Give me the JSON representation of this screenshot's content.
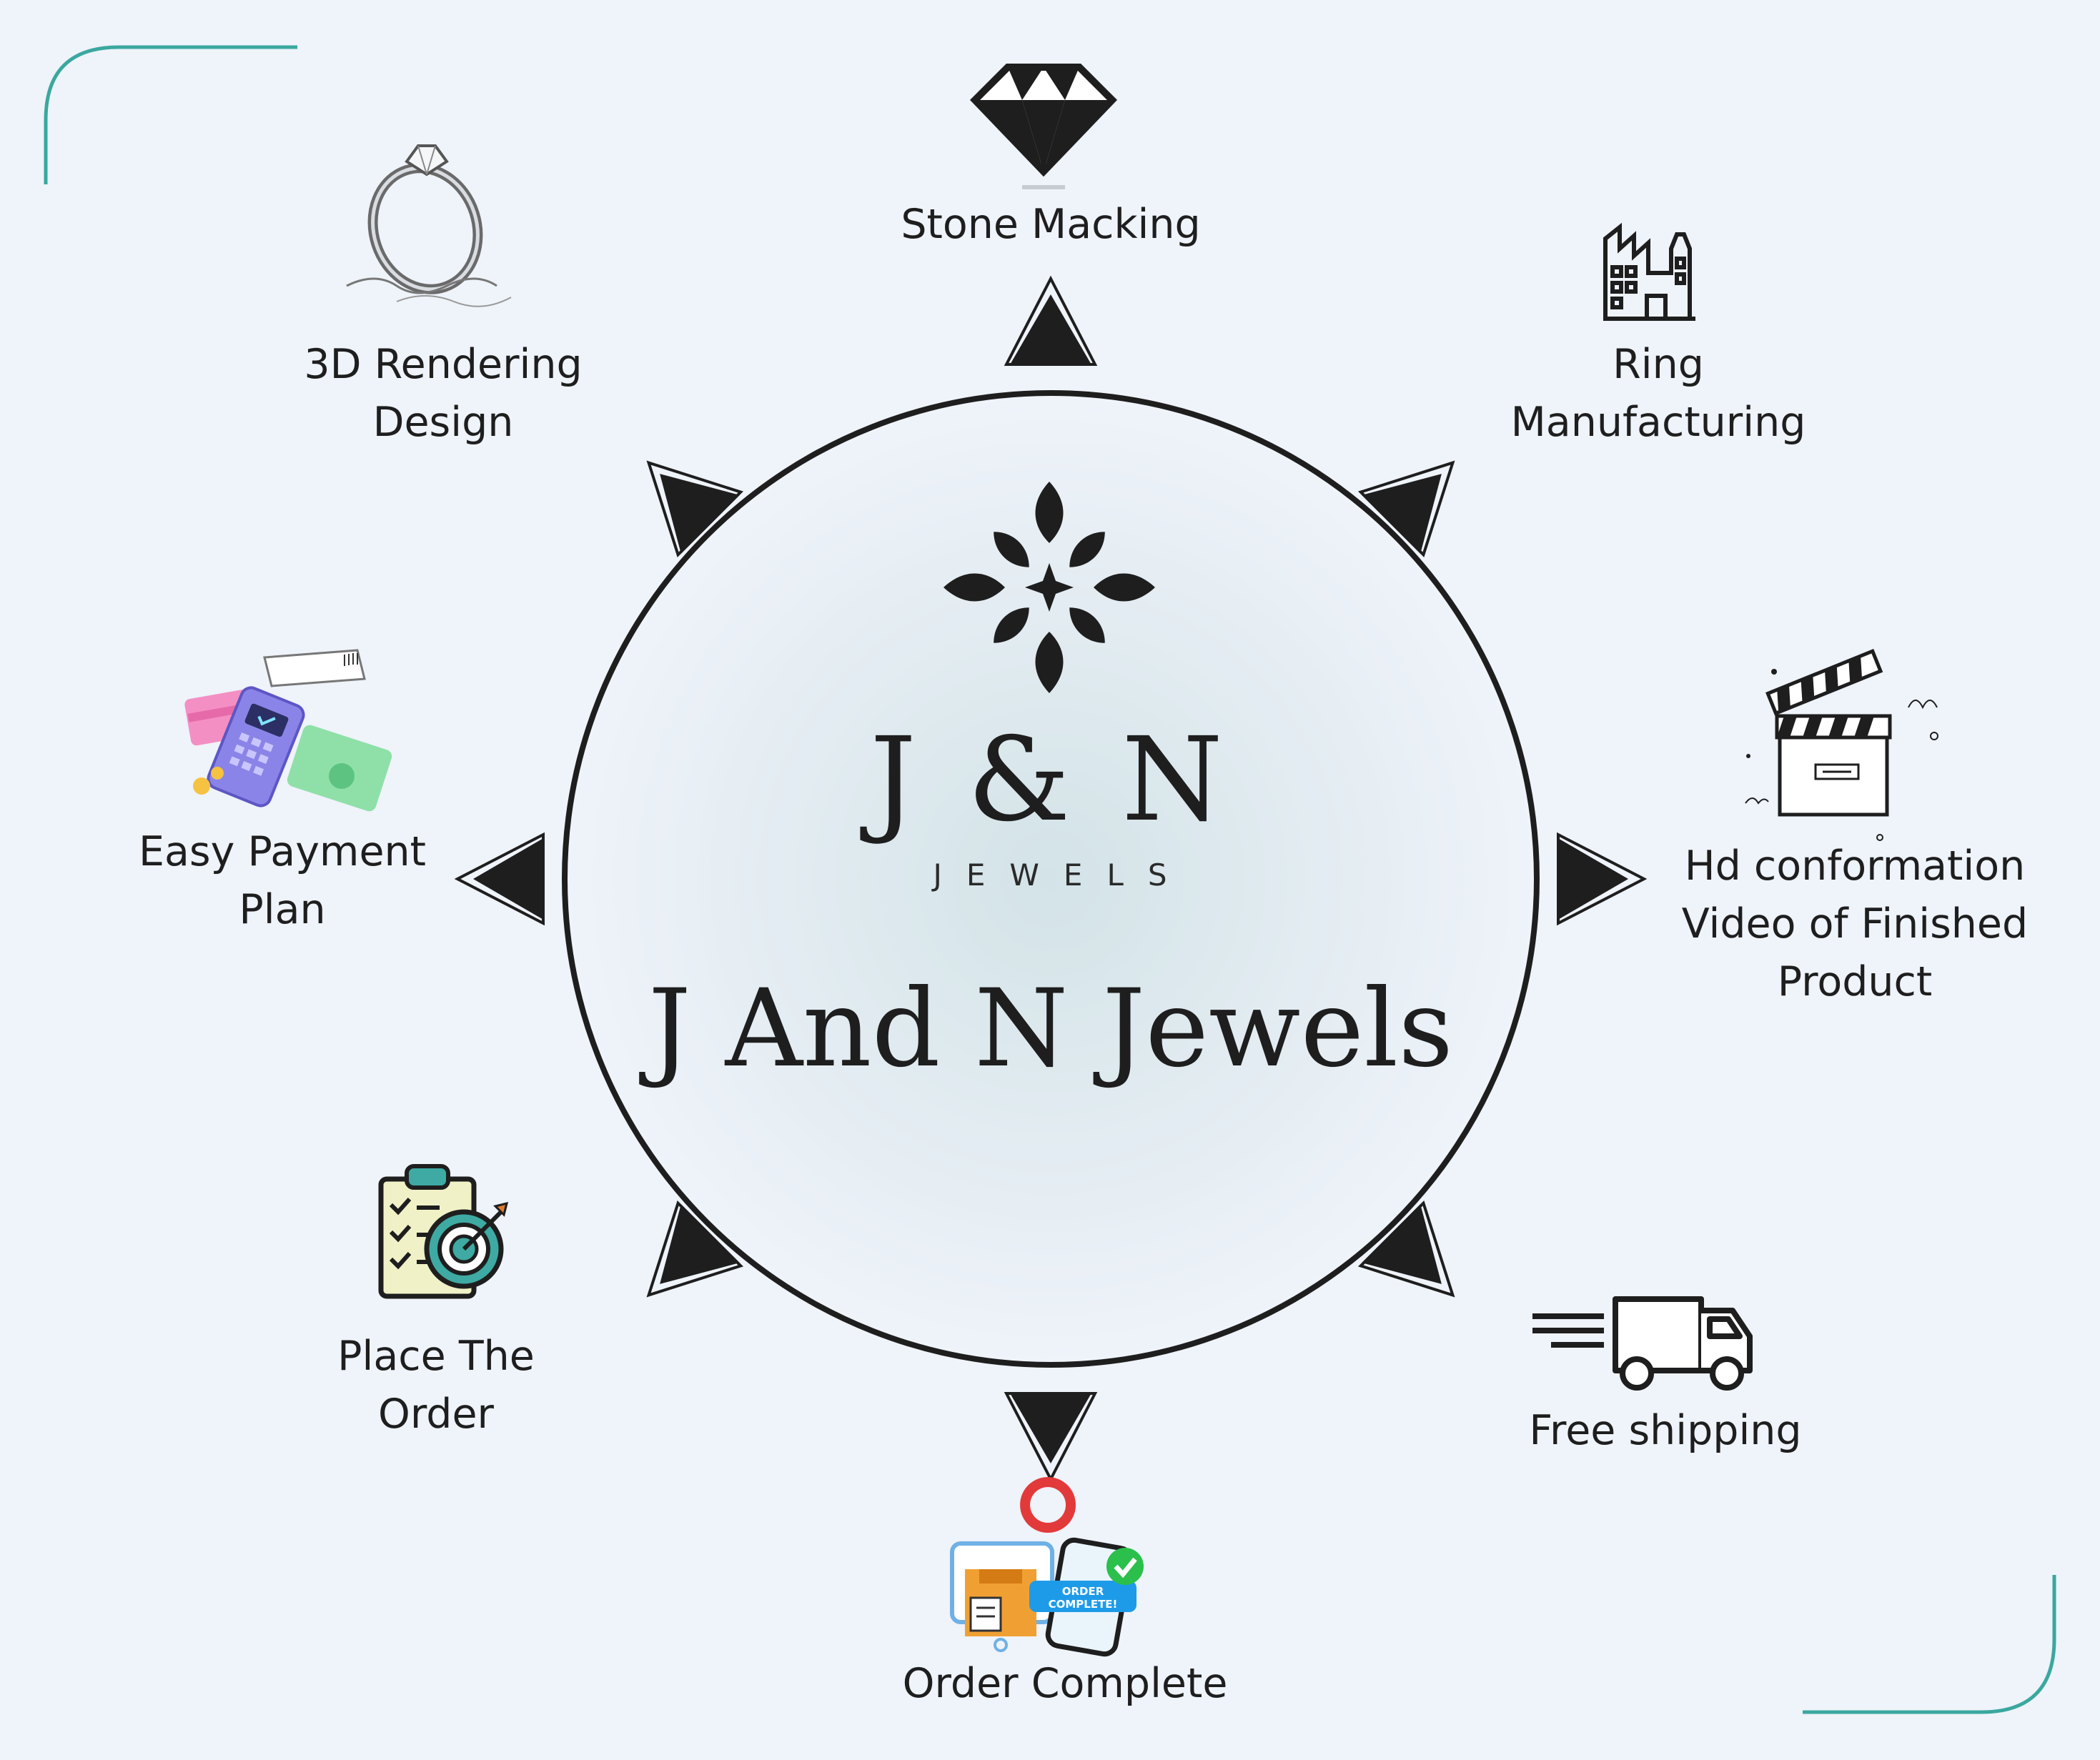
{
  "center": {
    "monogram": "J & N",
    "monogram_sub": "JEWELS",
    "title": "J And N Jewels"
  },
  "steps": [
    {
      "id": "stone",
      "icon": "diamond-icon",
      "lines": [
        "Stone Macking"
      ]
    },
    {
      "id": "ring-manufacturing",
      "icon": "factory-icon",
      "lines": [
        "Ring",
        "Manufacturing"
      ]
    },
    {
      "id": "hd-video",
      "icon": "clapperboard-icon",
      "lines": [
        "Hd conformation",
        "Video of Finished",
        "Product"
      ]
    },
    {
      "id": "free-shipping",
      "icon": "delivery-truck-icon",
      "lines": [
        "Free shipping"
      ]
    },
    {
      "id": "order-complete",
      "icon": "order-complete-icon",
      "badge": "ORDER COMPLETE!",
      "lines": [
        "Order Complete"
      ]
    },
    {
      "id": "place-order",
      "icon": "clipboard-target-icon",
      "lines": [
        "Place The",
        "Order"
      ]
    },
    {
      "id": "easy-payment",
      "icon": "payment-terminal-icon",
      "lines": [
        "Easy Payment",
        "Plan"
      ]
    },
    {
      "id": "3d-rendering",
      "icon": "ring-icon",
      "lines": [
        "3D Rendering",
        "Design"
      ]
    }
  ],
  "colors": {
    "background": "#eff3fa",
    "accent_corner": "#3aa89f",
    "ink": "#1e1e1e"
  }
}
